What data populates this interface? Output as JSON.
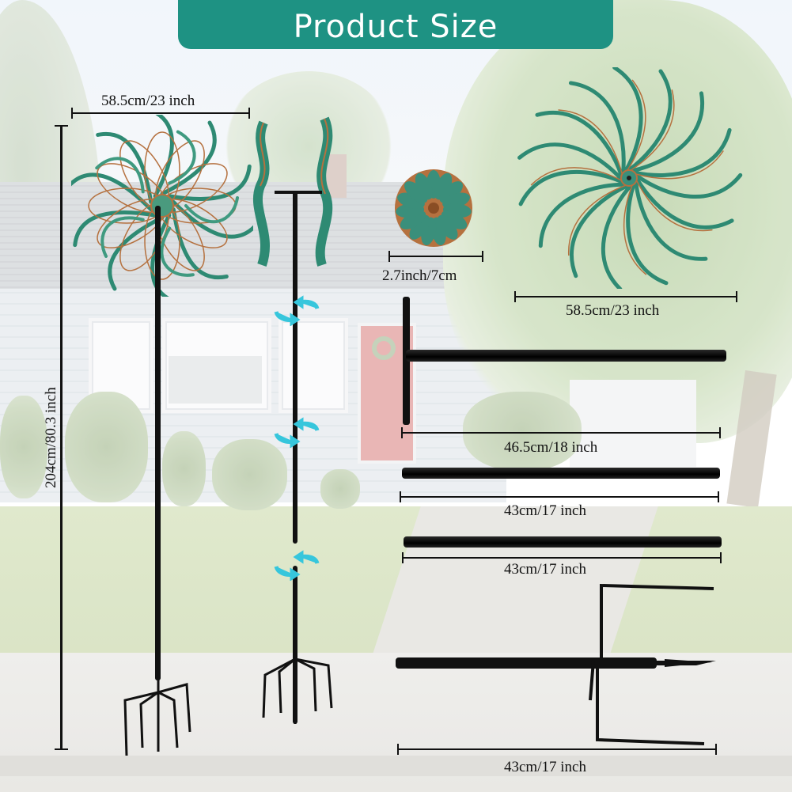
{
  "title": "Product Size",
  "colors": {
    "banner": "#1e9283",
    "banner_text": "#ffffff",
    "dimension_lines": "#111111",
    "spinner_green": "#2e8a73",
    "spinner_copper": "#b5713f",
    "rotate_arrows": "#36c6dc"
  },
  "dimensions": {
    "assembled_width": "58.5cm/23 inch",
    "assembled_height": "204cm/80.3 inch",
    "hub_diameter": "2.7inch/7cm",
    "spinner_diameter": "58.5cm/23 inch",
    "t_bar_pole": "46.5cm/18 inch",
    "middle_pole_1": "43cm/17 inch",
    "middle_pole_2": "43cm/17 inch",
    "stake_pole": "43cm/17 inch"
  },
  "parts": [
    {
      "name": "Assembled kinetic wind spinner",
      "icon": "wind-spinner"
    },
    {
      "name": "Side view with twist-lock joints",
      "icon": "rotate-arrows"
    },
    {
      "name": "Center hub",
      "icon": "hub"
    },
    {
      "name": "Single spinner wheel",
      "icon": "spinner-wheel"
    },
    {
      "name": "T-bar top pole",
      "icon": "t-pole"
    },
    {
      "name": "Extension pole",
      "icon": "pole"
    },
    {
      "name": "Extension pole",
      "icon": "pole"
    },
    {
      "name": "Ground stake pole with 4 prongs",
      "icon": "stake"
    }
  ]
}
